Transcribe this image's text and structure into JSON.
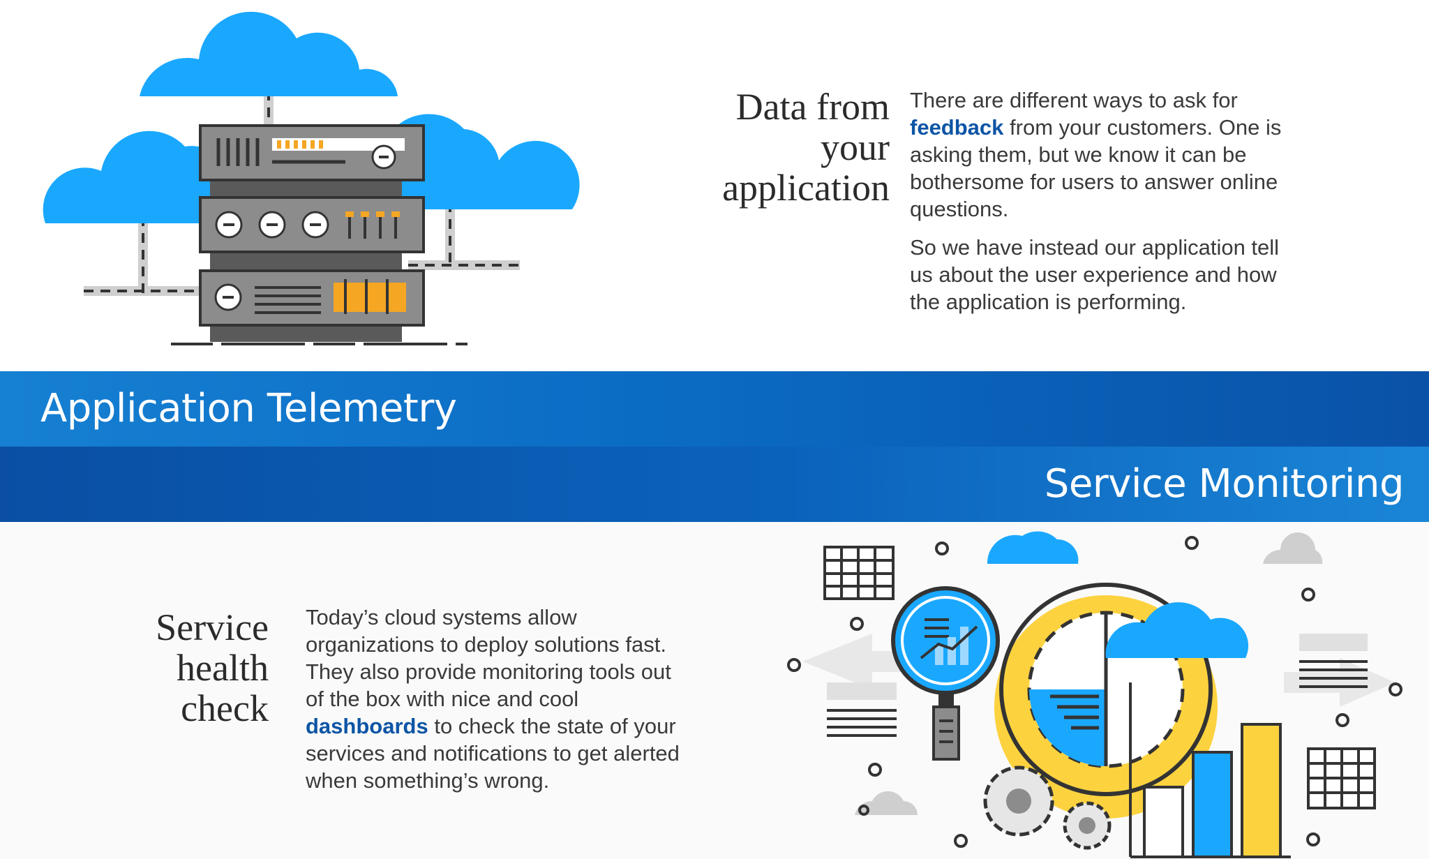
{
  "colors": {
    "brand_blue": "#0b62bb",
    "link_blue": "#0d55a6",
    "sky_blue": "#1aa8ff",
    "accent_yellow": "#fcd23f",
    "accent_orange": "#f5a623",
    "server_grey": "#8c8c8c"
  },
  "section_data": {
    "title": "Data from\nyour\napplication",
    "para1_before": "There are different ways to ask for ",
    "para1_link": "feedback",
    "para1_after": " from your customers. One is asking them, but we know it can be bothersome for users to answer online questions.",
    "para2": "So we have instead our application tell us about the user experience and how the application is performing."
  },
  "band_telemetry": {
    "title": "Application Telemetry"
  },
  "band_monitoring": {
    "title": "Service Monitoring"
  },
  "section_health": {
    "title": "Service\nhealth\ncheck",
    "body_before": "Today’s cloud systems allow organizations to deploy solutions fast. They also provide monitoring tools out of the box with nice and cool ",
    "body_link": "dashboards",
    "body_after": " to check the state of your services and notifications to get alerted when something’s wrong."
  },
  "icons": {
    "top_illustration": "cloud-server-rack-illustration",
    "bottom_illustration": "monitoring-dashboard-illustration"
  }
}
